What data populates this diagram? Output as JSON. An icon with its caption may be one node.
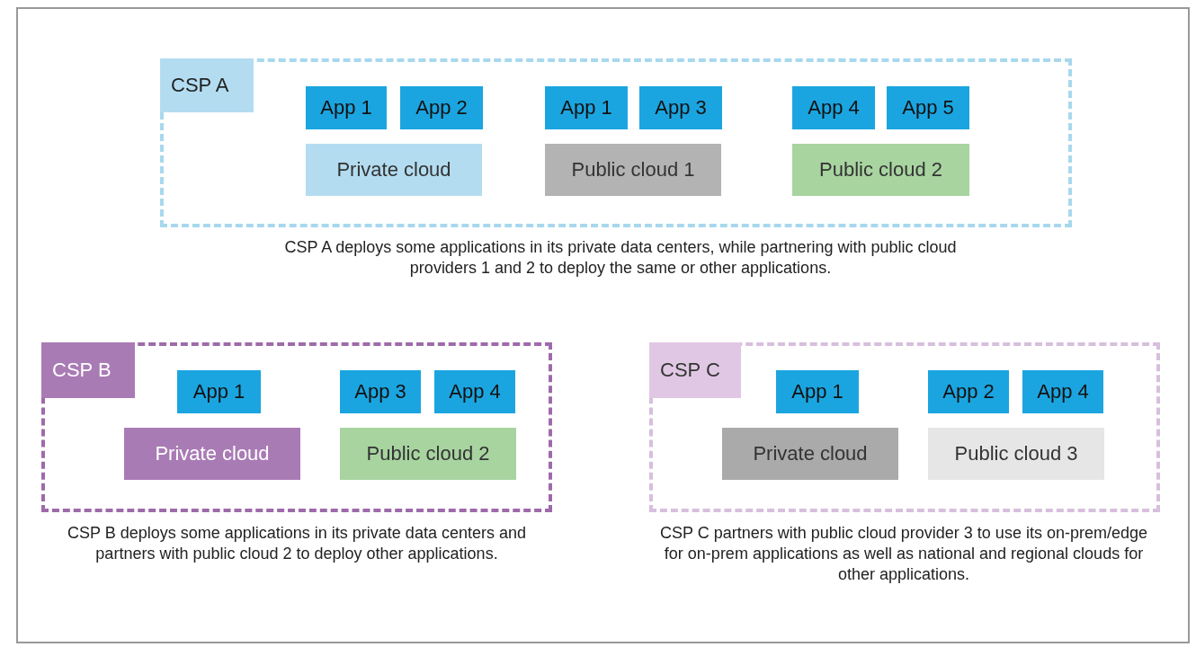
{
  "diagram": {
    "nodes": [
      {
        "text": [
          "CSP A"
        ],
        "beside": [
          "CSP A deploys some applications in its private data centers, while partnering with public cloud providers 1 and 2 to deploy the same or other applications."
        ]
      },
      {
        "text": [
          "App 1"
        ],
        "in": 0
      },
      {
        "text": [
          "App 2"
        ],
        "in": 0
      },
      {
        "text": [
          "App 1"
        ],
        "in": 0
      },
      {
        "text": [
          "App 3"
        ],
        "in": 0
      },
      {
        "text": [
          "App 4"
        ],
        "in": 0
      },
      {
        "text": [
          "App 5"
        ],
        "in": 0
      },
      {
        "text": [
          "Private cloud"
        ],
        "in": 0
      },
      {
        "text": [
          "Public cloud 1"
        ],
        "in": 0
      },
      {
        "text": [
          "Public cloud 2"
        ],
        "in": 0
      },
      {
        "text": [
          "CSP B"
        ],
        "beside": [
          "CSP B deploys some applications in its private data centers and partners with public cloud 2 to deploy other applications."
        ]
      },
      {
        "text": [
          "App 1"
        ],
        "in": 10
      },
      {
        "text": [
          "App 3"
        ],
        "in": 10
      },
      {
        "text": [
          "App 4"
        ],
        "in": 10
      },
      {
        "text": [
          "Private cloud"
        ],
        "in": 10
      },
      {
        "text": [
          "Public cloud 2"
        ],
        "in": 10
      },
      {
        "text": [
          "CSP C"
        ],
        "beside": [
          "CSP C partners with public cloud provider 3 to use its on-prem/edge for on-prem applications as well as national and regional clouds for other applications."
        ]
      },
      {
        "text": [
          "App 1"
        ],
        "in": 16
      },
      {
        "text": [
          "App 2"
        ],
        "in": 16
      },
      {
        "text": [
          "App 4"
        ],
        "in": 16
      },
      {
        "text": [
          "Private cloud"
        ],
        "in": 16
      },
      {
        "text": [
          "Public cloud 3"
        ],
        "in": 16
      }
    ]
  }
}
